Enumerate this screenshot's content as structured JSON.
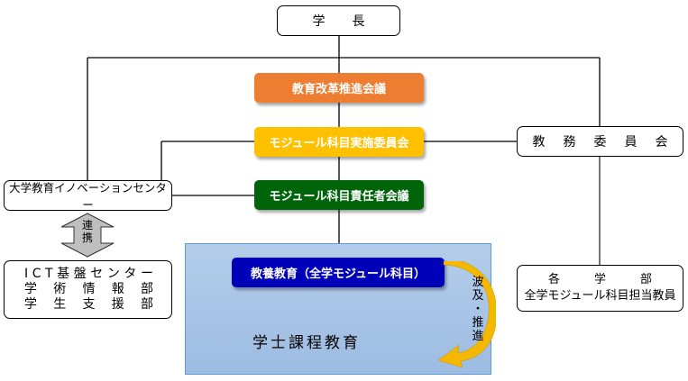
{
  "colors": {
    "orange": "#ED7D31",
    "yellow": "#FFC000",
    "green": "#00650A",
    "navy": "#0000B8",
    "bachelor_bg": "#A9C5E6",
    "bachelor_border": "#5B9BD5",
    "arrow_gold": "#F5B800"
  },
  "president": {
    "chars": [
      "学",
      "長"
    ]
  },
  "reform_council": {
    "label": "教育改革推進会議"
  },
  "module_committee": {
    "label": "モジュール科目実施委員会"
  },
  "module_responsible": {
    "label": "モジュール科目責任者会議"
  },
  "academic_affairs": {
    "chars": [
      "教",
      "務",
      "委",
      "員",
      "会"
    ]
  },
  "innovation_center": {
    "label": "大学教育イノベーションセンター"
  },
  "cooperation": {
    "chars": [
      "連",
      "携"
    ]
  },
  "support_units": {
    "lines": [
      [
        "I",
        "C",
        "T",
        "基",
        "盤",
        "セ",
        "ン",
        "タ",
        "ー"
      ],
      [
        "学",
        "術",
        "情",
        "報",
        "部"
      ],
      [
        "学",
        "生",
        "支",
        "援",
        "部"
      ]
    ]
  },
  "bachelor": {
    "title": "学士課程教育",
    "liberal_arts": "教養教育（全学モジュール科目）",
    "spread_chars": [
      "波",
      "及",
      "・",
      "推",
      "進"
    ]
  },
  "faculties": {
    "line1": [
      "各",
      "学",
      "部"
    ],
    "line2": "全学モジュール科目担当教員"
  }
}
